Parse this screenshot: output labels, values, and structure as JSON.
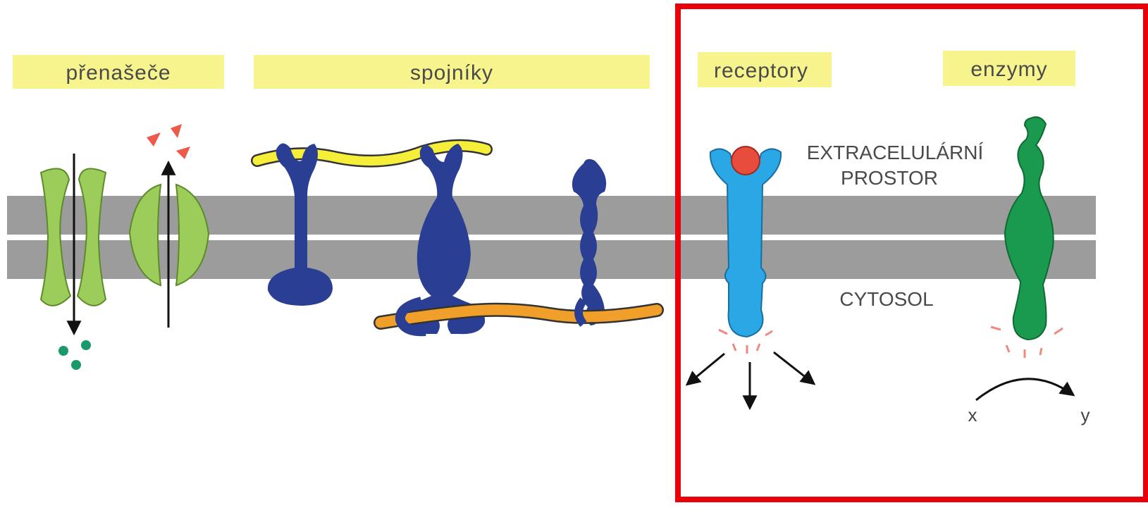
{
  "categories": {
    "transporters": "přenašeče",
    "linkers": "spojníky",
    "receptors": "receptory",
    "enzymes": "enzymy"
  },
  "regions": {
    "extracellular_line1": "EXTRACELULÁRNÍ",
    "extracellular_line2": "PROSTOR",
    "cytosol": "CYTOSOL"
  },
  "reaction": {
    "substrate": "x",
    "product": "y"
  },
  "colors": {
    "label_band": "#f7f48e",
    "membrane": "#9c9c9c",
    "transporter": "#9ccc5a",
    "linker_protein": "#2a3f94",
    "receptor": "#2aa8e6",
    "ligand": "#e74c3c",
    "enzyme": "#1a9a4f",
    "yellow_fiber": "#f5ef3a",
    "orange_fiber": "#f0a02a",
    "highlight_frame": "#e8000b"
  }
}
